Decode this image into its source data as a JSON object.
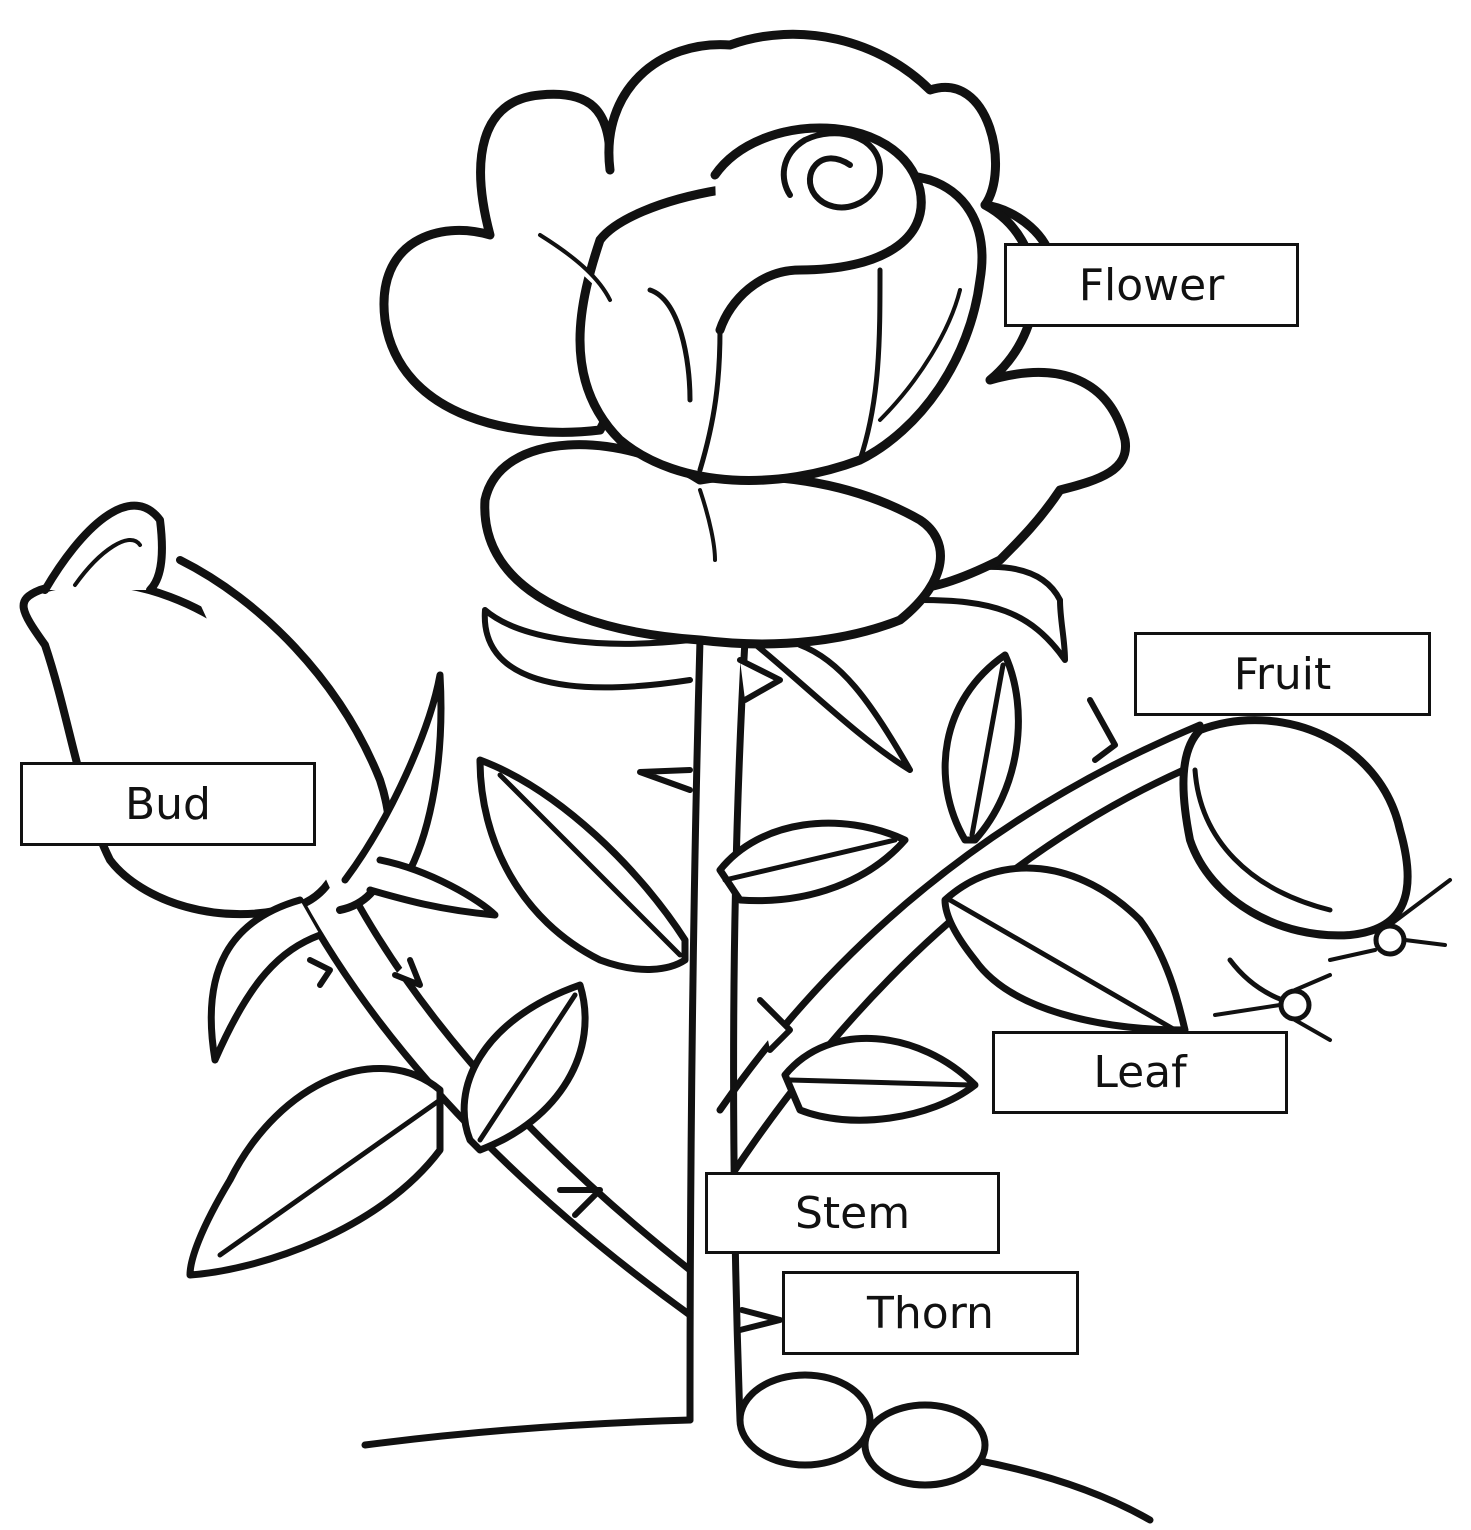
{
  "labels": {
    "flower": "Flower",
    "fruit": "Fruit",
    "bud": "Bud",
    "leaf": "Leaf",
    "stem": "Stem",
    "thorn": "Thorn"
  },
  "colors": {
    "line": "#111111",
    "background": "#ffffff"
  }
}
